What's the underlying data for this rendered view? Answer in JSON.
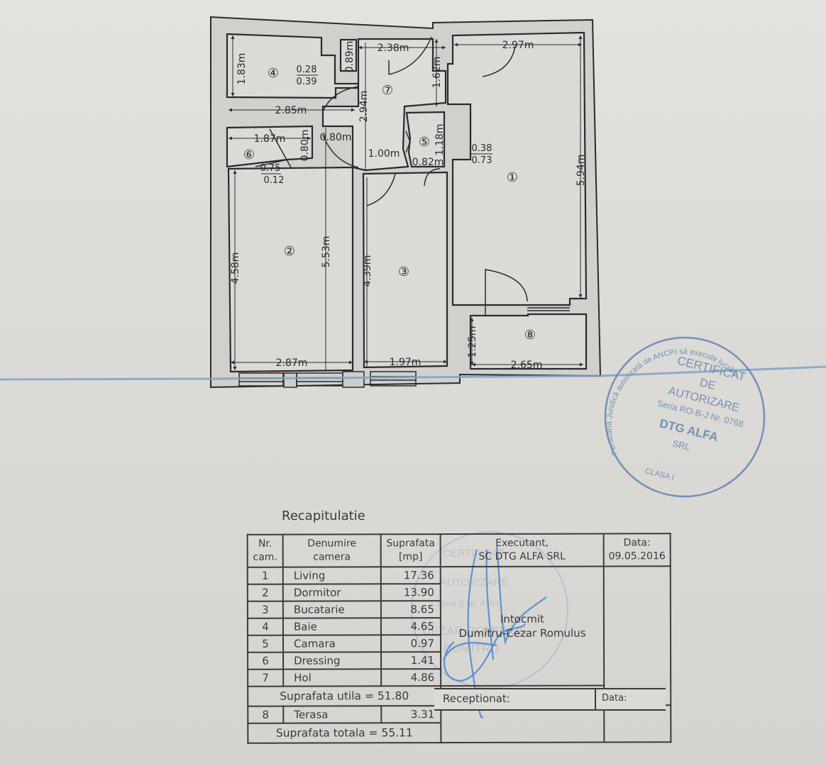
{
  "colors": {
    "paper": "#dedcd8",
    "wall_fill": "#cfcdca",
    "line": "#2b2b2b",
    "stamp_blue": "#5b7fb0",
    "pen_blue": "#4a86d0",
    "scan_line": "#7ea3c7"
  },
  "plan": {
    "rooms": [
      {
        "id": "1",
        "label": "①",
        "name": "Living"
      },
      {
        "id": "2",
        "label": "②",
        "name": "Dormitor"
      },
      {
        "id": "3",
        "label": "③",
        "name": "Bucatarie"
      },
      {
        "id": "4",
        "label": "④",
        "name": "Baie"
      },
      {
        "id": "5",
        "label": "⑤",
        "name": "Camara"
      },
      {
        "id": "6",
        "label": "⑥",
        "name": "Dressing"
      },
      {
        "id": "7",
        "label": "⑦",
        "name": "Hol"
      },
      {
        "id": "8",
        "label": "⑧",
        "name": "Terasa"
      }
    ],
    "dimensions": {
      "r4_height": "1.83m",
      "r4_width": "2.85m",
      "r4_duct_h": "0.89m",
      "r4_duct_top": "0.28",
      "r4_duct_bot": "0.39",
      "r7_width": "2.38m",
      "r7_len": "2.94m",
      "r7_door_h": "1.62m",
      "r7_gap": "1.00m",
      "r6_width": "1.87m",
      "r6_h": "0.80m",
      "r6_door": "0.80m",
      "r6_duct_top": "0.75",
      "r6_duct_bot": "0.12",
      "r5_h": "1.18m",
      "r5_w": "0.82m",
      "r1_width": "2.97m",
      "r1_height": "5.94m",
      "r1_duct_top": "0.38",
      "r1_duct_bot": "0.73",
      "r2_height_left": "4.58m",
      "r2_height_right": "5.53m",
      "r2_width": "2.87m",
      "r3_height": "4.39m",
      "r3_width": "1.97m",
      "r8_height": "1.25m",
      "r8_width": "2.65m"
    }
  },
  "stamp": {
    "ring_text": "Persoană Juridică autorizată de ANCPI să execute lucrări",
    "line1": "CERTIFICAT",
    "line2": "DE",
    "line3": "AUTORIZARE",
    "line4": "Seria RO-B-J Nr. 0768",
    "line5": "DTG ALFA",
    "line6": "SRL",
    "bottom": "CLASA I"
  },
  "recap": {
    "title": "Recapitulatie",
    "headers": {
      "nr": "Nr.\ncam.",
      "nr_line1": "Nr.",
      "nr_line2": "cam.",
      "name_line1": "Denumire",
      "name_line2": "camera",
      "area_line1": "Suprafata",
      "area_line2": "[mp]",
      "exec_line1": "Executant,",
      "exec_line2": "SC DTG ALFA SRL",
      "date_line1": "Data:",
      "date_line2": "09.05.2016"
    },
    "rows": [
      {
        "nr": "1",
        "name": "Living",
        "area": "17.36"
      },
      {
        "nr": "2",
        "name": "Dormitor",
        "area": "13.90"
      },
      {
        "nr": "3",
        "name": "Bucatarie",
        "area": "8.65"
      },
      {
        "nr": "4",
        "name": "Baie",
        "area": "4.65"
      },
      {
        "nr": "5",
        "name": "Camara",
        "area": "0.97"
      },
      {
        "nr": "6",
        "name": "Dressing",
        "area": "1.41"
      },
      {
        "nr": "7",
        "name": "Hol",
        "area": "4.86"
      }
    ],
    "subtotal": "Suprafata utila = 51.80",
    "terrace": {
      "nr": "8",
      "name": "Terasa",
      "area": "3.31"
    },
    "total": "Suprafata totala = 55.11",
    "prepared_label": "Intocmit",
    "prepared_by": "Dumitru-Cezar Romulus",
    "received_label": "Receptionat:",
    "received_date_label": "Data:"
  }
}
